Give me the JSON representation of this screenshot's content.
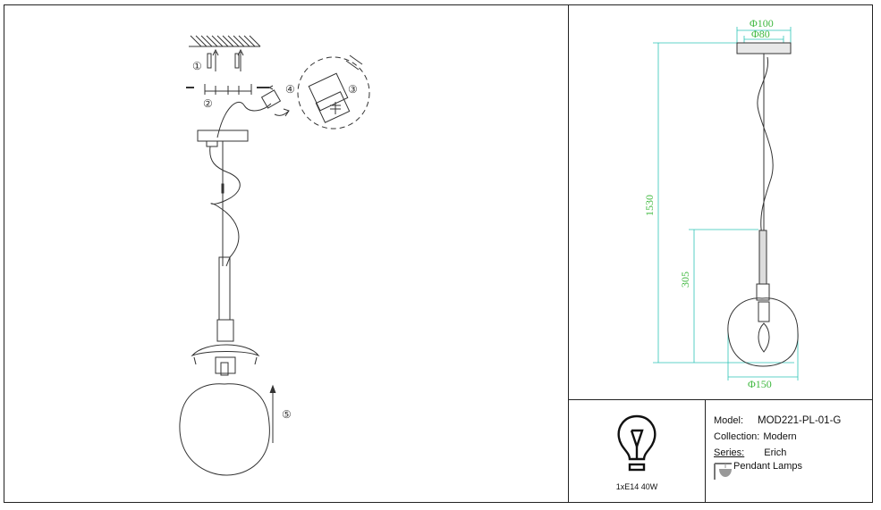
{
  "steps": [
    "①",
    "②",
    "③",
    "④",
    "⑤"
  ],
  "dimensions": {
    "canopy_outer": "Φ100",
    "canopy_inner": "Φ80",
    "total_height": "1530",
    "shade_height": "305",
    "shade_diameter": "Φ150"
  },
  "bulb": {
    "label": "1xE14 40W",
    "icon": "bulb-icon"
  },
  "specs": {
    "model_label": "Model:",
    "model_value": "MOD221-PL-01-G",
    "collection_label": "Collection:",
    "collection_value": "Modern",
    "series_label": "Series:",
    "series_value": "Erich",
    "category_value": "Pendant Lamps",
    "category_icon": "pendant-lamp-icon"
  },
  "colors": {
    "line": "#333333",
    "dimension": "#2ec4b6",
    "dimension_text": "#3fb83f"
  }
}
